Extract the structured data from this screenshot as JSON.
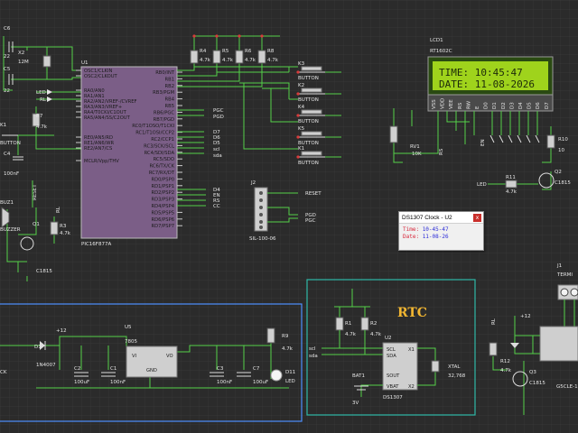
{
  "mcu": {
    "ref": "U1",
    "part": "PIC16F877A",
    "left_pins": [
      "OSC1/CLKIN",
      "OSC2/CLKOUT",
      "RA0/AN0",
      "RA1/AN1",
      "RA2/AN2/VREF-/CVREF",
      "RA3/AN3/VREF+",
      "RA4/T0CKI/C1OUT",
      "RA5/AN4/SS/C2OUT",
      "RE0/AN5/RD",
      "RE1/AN6/WR",
      "RE2/AN7/CS",
      "MCLR/Vpp/THV"
    ],
    "right_pins": [
      "RB0/INT",
      "RB1",
      "RB2",
      "RB3/PGM",
      "RB4",
      "RB5",
      "RB6/PGC",
      "RB7/PGD",
      "RC0/T1OSO/T1CKI",
      "RC1/T1OSI/CCP2",
      "RC2/CCP1",
      "RC3/SCK/SCL",
      "RC4/SDI/SDA",
      "RC5/SDO",
      "RC6/TX/CK",
      "RC7/RX/DT",
      "RD0/PSP0",
      "RD1/PSP1",
      "RD2/PSP2",
      "RD3/PSP3",
      "RD4/PSP4",
      "RD5/PSP5",
      "RD6/PSP6",
      "RD7/PSP7"
    ]
  },
  "lcd": {
    "ref": "LCD1",
    "part": "RT1602C",
    "line1": "TIME: 10:45:47",
    "line2": "DATE: 11-08-2026",
    "pins": [
      "VSS",
      "VDD",
      "VEE",
      "RS",
      "RW",
      "E",
      "D0",
      "D1",
      "D2",
      "D3",
      "D4",
      "D5",
      "D6",
      "D7"
    ]
  },
  "buttons": [
    {
      "ref": "K3",
      "label": "BUTTON"
    },
    {
      "ref": "K2",
      "label": "BUTTON"
    },
    {
      "ref": "K4",
      "label": "BUTTON"
    },
    {
      "ref": "K5",
      "label": "BUTTON"
    },
    {
      "ref": "K1",
      "label": "BUTTON"
    }
  ],
  "resistors_top": [
    {
      "ref": "R4",
      "val": "4.7k"
    },
    {
      "ref": "R5",
      "val": "4.7k"
    },
    {
      "ref": "R6",
      "val": "4.7k"
    },
    {
      "ref": "R8",
      "val": "4.7k"
    }
  ],
  "labels": {
    "c6": "C6",
    "c6v": "22",
    "c5": "C5",
    "c5v": "22",
    "x2": "X2",
    "x2v": "12M",
    "led": "LED",
    "rl": "RL",
    "r7": "R7",
    "r7v": "4.7k",
    "k1": "K1",
    "k1v": "BUTTON",
    "c4": "C4",
    "c4v": "100nF",
    "reset": "RESET",
    "buz": "BUZ1",
    "buzv": "BUZZER",
    "q1": "Q1",
    "q1v": "C1815",
    "r3": "R3",
    "r3v": "4.7k",
    "rl2": "RL",
    "pgc": "PGC",
    "pgd": "PGD",
    "d7": "D7",
    "d6": "D6",
    "d5": "D5",
    "sclnet": "scl",
    "sdanet": "sda",
    "d4": "D4",
    "en": "EN",
    "rs": "RS",
    "cc": "CC",
    "j": "J2",
    "jv": "SIL-100-06",
    "jreset": "RESET",
    "jpgd": "PGD",
    "jpgc": "PGC",
    "rv1": "RV1",
    "rv1v": "10K",
    "rsnet": "RS",
    "ennet": "EN",
    "r10": "R10",
    "r10v": "10",
    "led2": "LED",
    "r11": "R11",
    "r11v": "4.7k",
    "q2": "Q2",
    "q2v": "C1815",
    "u5": "U5",
    "u5v": "7805",
    "vi": "VI",
    "gnd": "GND",
    "vo": "VO",
    "d1": "D1",
    "d1v": "1N4007",
    "p12a": "+12",
    "c2": "C2",
    "c2v": "100uF",
    "c1": "C1",
    "c1v": "100nF",
    "c3": "C3",
    "c3v": "100nF",
    "c7": "C7",
    "c7v": "100uF",
    "r9": "R9",
    "r9v": "4.7k",
    "d11": "D11",
    "d11v": "LED",
    "ck": "CK",
    "rtc": "RTC",
    "r1": "R1",
    "r1v": "4.7k",
    "r2": "R2",
    "r2v": "4.7k",
    "scl2": "scl",
    "sda2": "sda",
    "u2": "U2",
    "u2v": "DS1307",
    "p_scl": "SCL",
    "p_sda": "SDA",
    "p_sout": "SOUT",
    "p_vbat": "VBAT",
    "p_x1": "X1",
    "p_x2": "X2",
    "xtal": "XTAL",
    "xtalv": "32,768",
    "bat": "BAT1",
    "batv": "3V",
    "j1": "J1",
    "term": "TERMI",
    "p12b": "+12",
    "rl3": "RL",
    "r12": "R12",
    "r12v": "4.7k",
    "q3": "Q3",
    "q3v": "C1815",
    "relay": "G5CLE-1"
  },
  "popup": {
    "title": "DS1307 Clock - U2",
    "close": "x",
    "time_label": "Time:",
    "time_value": "10-45-47",
    "date_label": "Date:",
    "date_value": "11-08-26"
  },
  "colors": {
    "background": "#2b2b2b",
    "grid": "#3a3a3a",
    "wire": "#55d04a",
    "mcu_fill": "#7b5e87",
    "lcd_screen": "#9fd31c",
    "lcd_text": "#1d2a0a",
    "rtc_title": "#f2b631",
    "popup_label": "#d8263a",
    "popup_value": "#2b2bd8",
    "bus_box": "#4d8fff",
    "rtc_box": "#2fb9a8"
  }
}
